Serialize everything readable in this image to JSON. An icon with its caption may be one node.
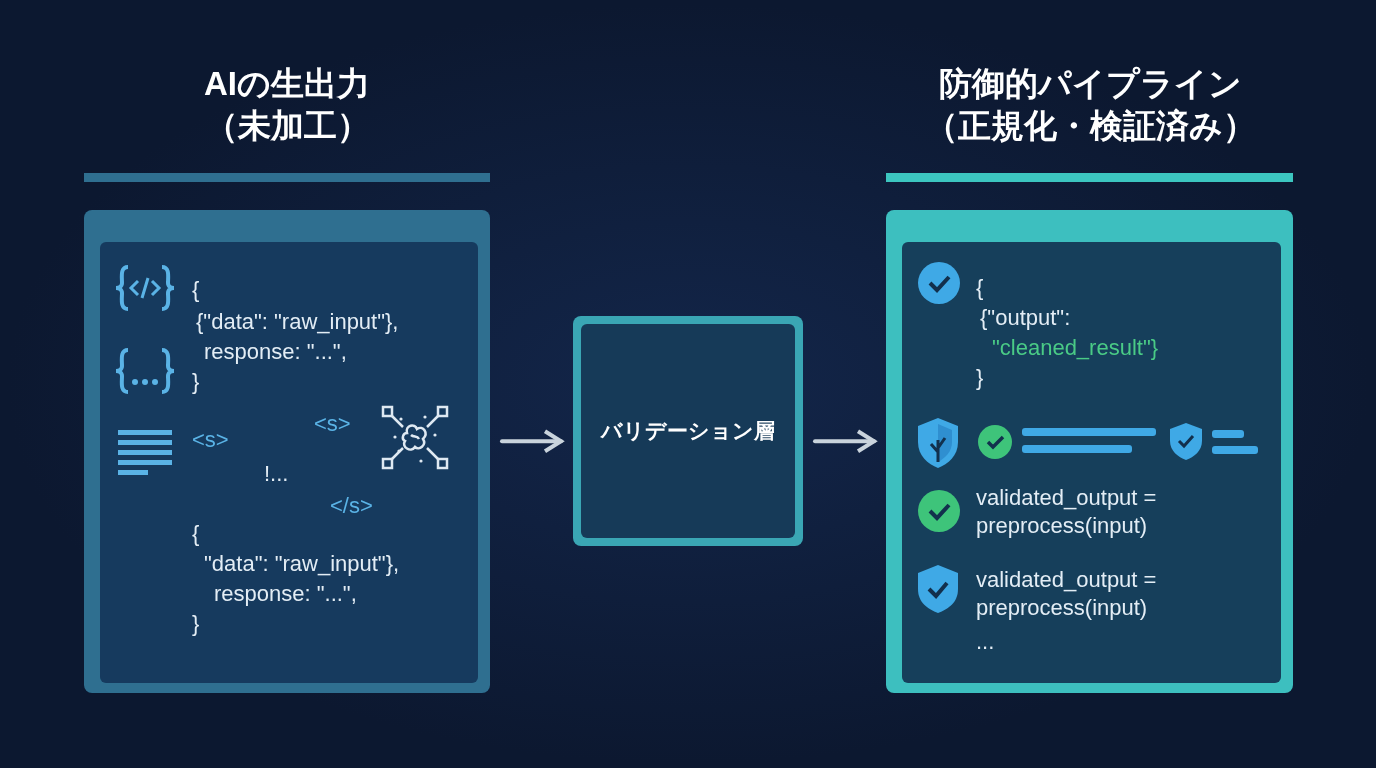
{
  "diagram": {
    "nodes": [
      {
        "text": [
          "AIの生出力（未加工）",
          "{",
          "{\"data\": \"raw_input\"},",
          "response: \"...\",",
          "}",
          "<s>",
          "<s>",
          "!...",
          "</s>",
          "{",
          "\"data\": \"raw_input\"},",
          "response: \"...\",",
          "}"
        ]
      },
      {
        "text": [
          "バリデーション層"
        ]
      },
      {
        "text": [
          "防御的パイプライン（正規化・検証済み）",
          "{",
          "{\"output\":",
          "\"cleaned_result\"}",
          "}",
          "validated_output = preprocess(input)",
          "validated_output = preprocess(input)",
          "..."
        ]
      }
    ],
    "edges": [
      {
        "from": 0,
        "to": 1,
        "arrow": "to"
      },
      {
        "from": 1,
        "to": 2,
        "arrow": "to"
      }
    ]
  }
}
